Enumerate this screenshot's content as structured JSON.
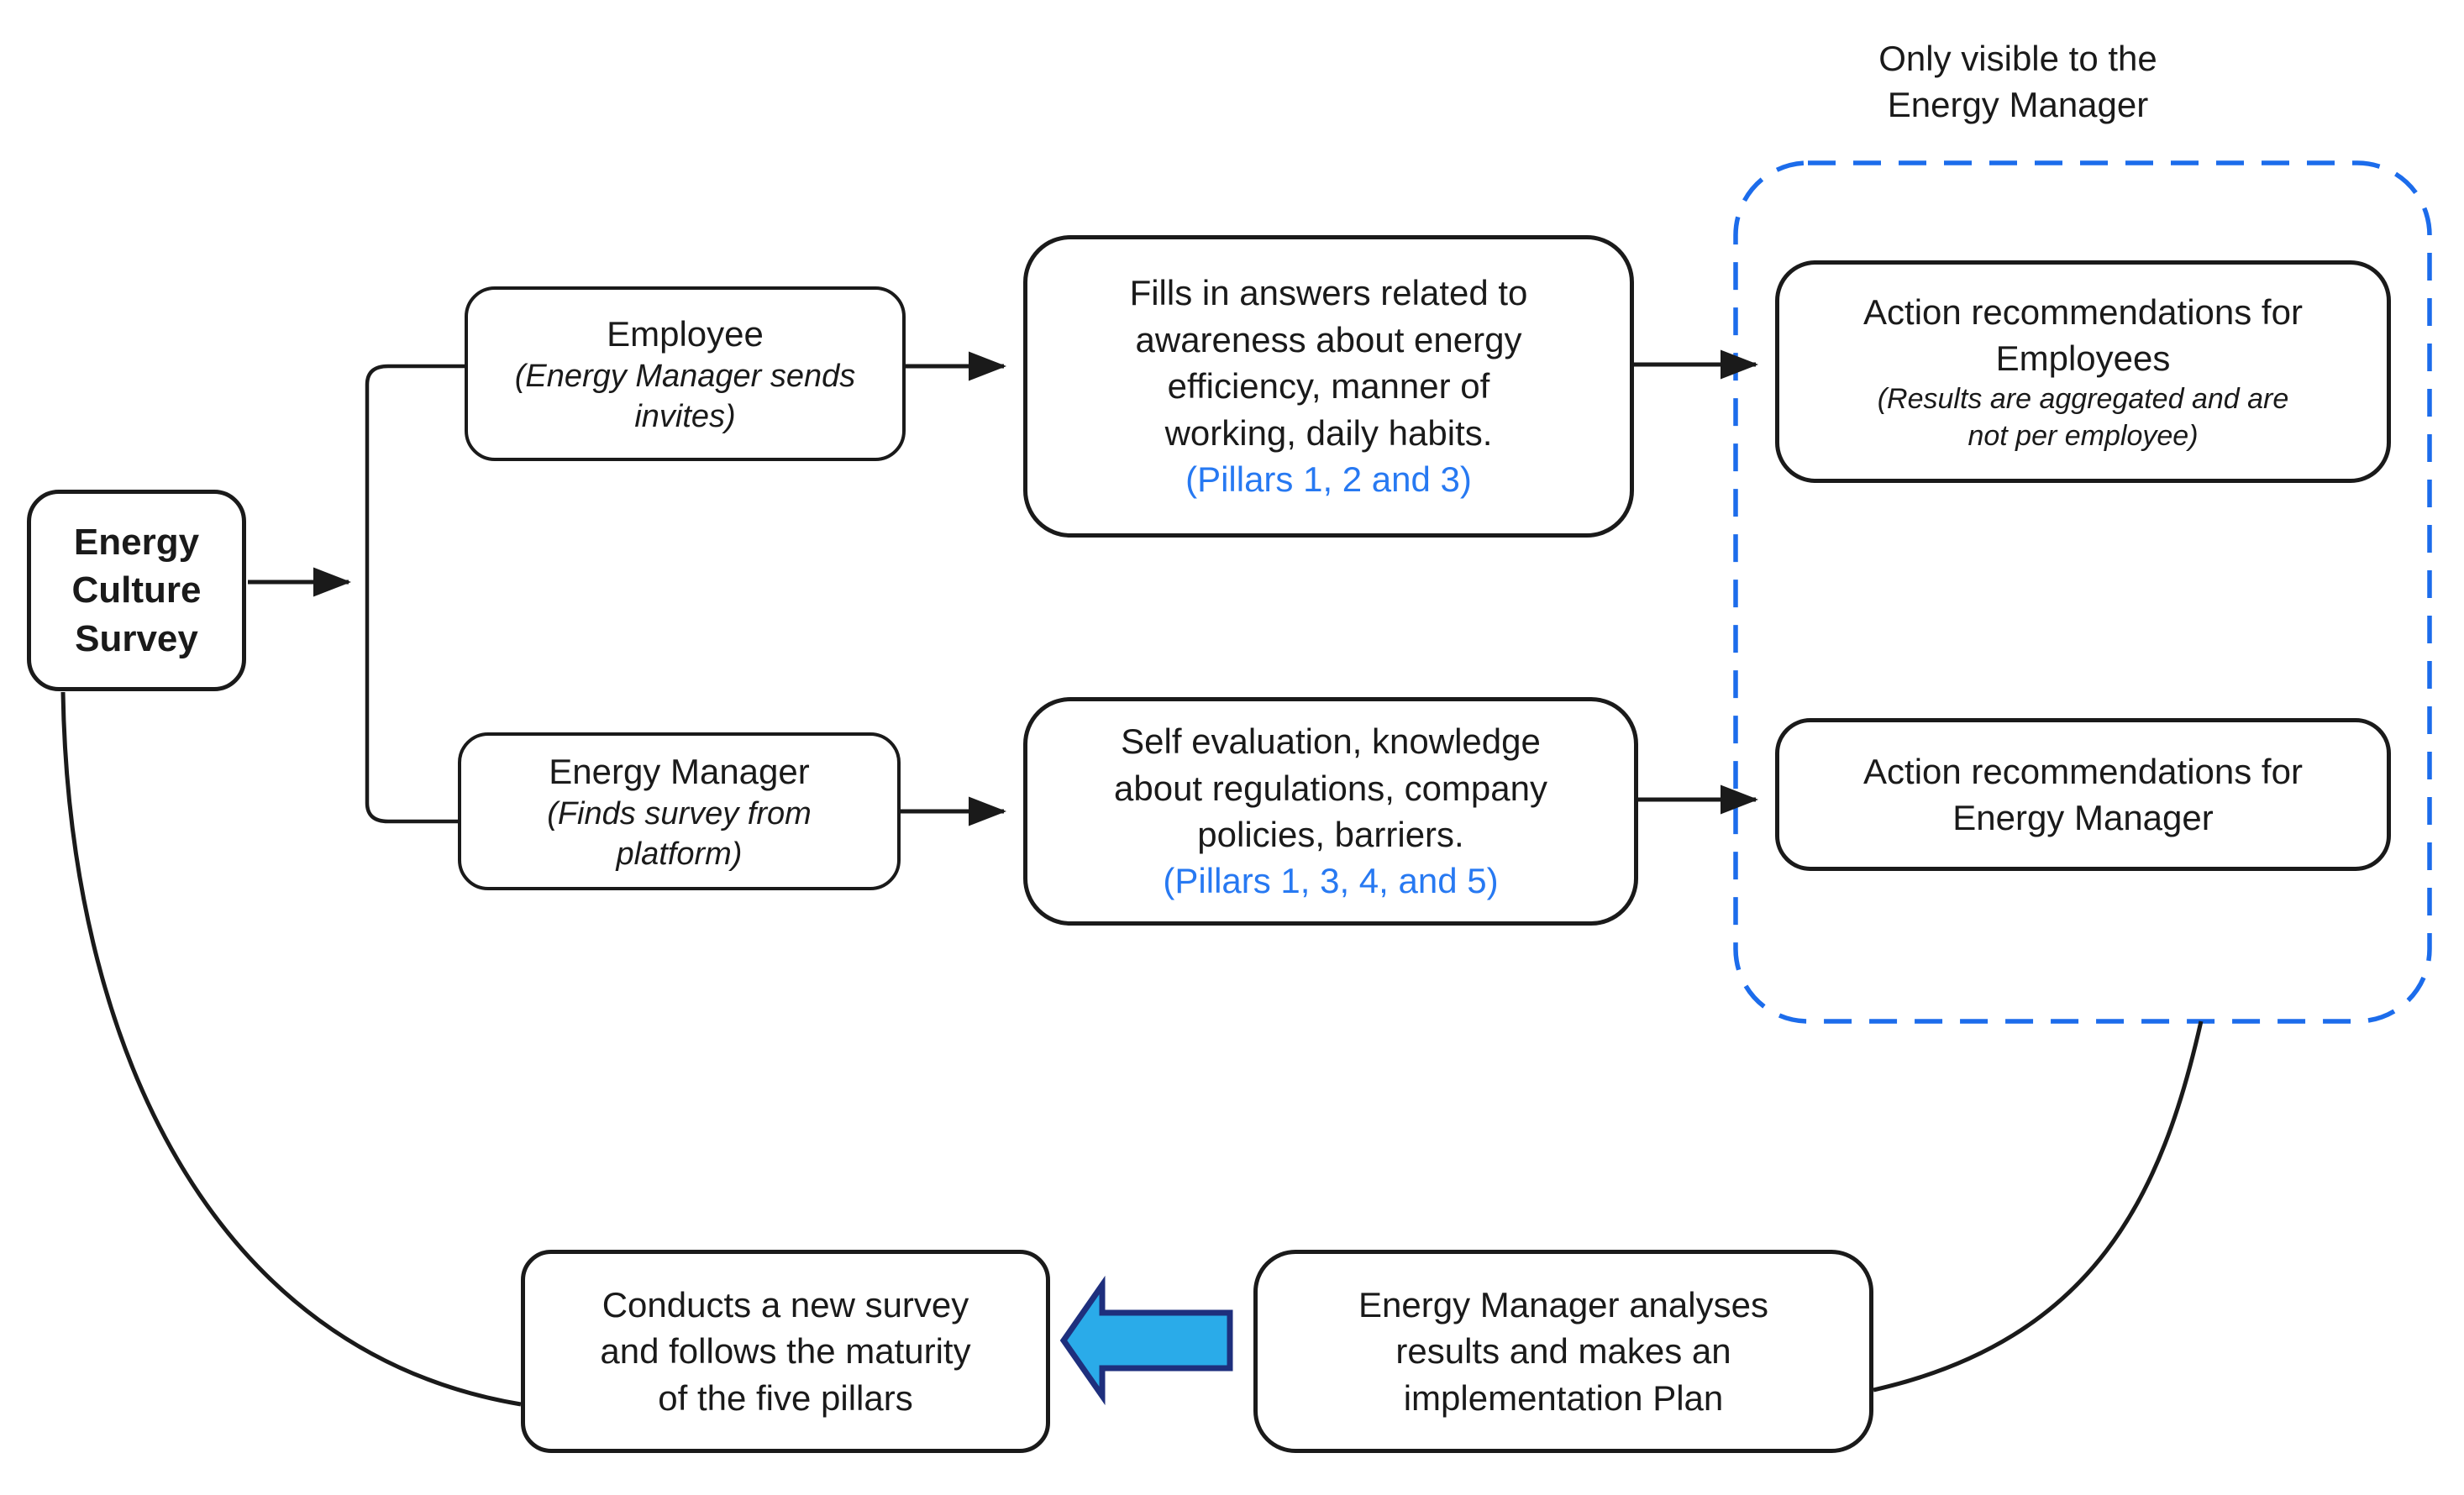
{
  "annotation": {
    "lines": [
      "Only visible to the",
      "Energy Manager"
    ]
  },
  "colors": {
    "ink": "#1a1a1a",
    "pillar_text": "#2779f2",
    "dashed_border": "#1c6ceb",
    "block_arrow_fill": "#2aabe9",
    "block_arrow_border": "#1e2f7d"
  },
  "nodes": {
    "survey": {
      "lines": [
        "Energy",
        "Culture",
        "Survey"
      ]
    },
    "employee": {
      "title": "Employee",
      "subtitle_lines": [
        "(Energy Manager sends",
        "invites)"
      ]
    },
    "employee_form": {
      "body_lines": [
        "Fills in answers related to",
        "awareness about energy",
        "efficiency, manner of",
        "working, daily habits."
      ],
      "pillars": "(Pillars 1, 2 and 3)"
    },
    "action_employees": {
      "title_lines": [
        "Action recommendations for",
        "Employees"
      ],
      "subtitle_lines": [
        "(Results are aggregated and are",
        "not per employee)"
      ]
    },
    "manager": {
      "title": "Energy Manager",
      "subtitle_lines": [
        "(Finds survey from",
        "platform)"
      ]
    },
    "manager_form": {
      "body_lines": [
        "Self evaluation, knowledge",
        "about regulations, company",
        "policies, barriers."
      ],
      "pillars": "(Pillars 1, 3, 4, and 5)"
    },
    "action_manager": {
      "title_lines": [
        "Action recommendations for",
        "Energy Manager"
      ]
    },
    "new_survey": {
      "body_lines": [
        "Conducts a new survey",
        "and follows the maturity",
        "of the five pillars"
      ]
    },
    "analysis": {
      "body_lines": [
        "Energy Manager analyses",
        "results and makes an",
        "implementation Plan"
      ]
    }
  }
}
